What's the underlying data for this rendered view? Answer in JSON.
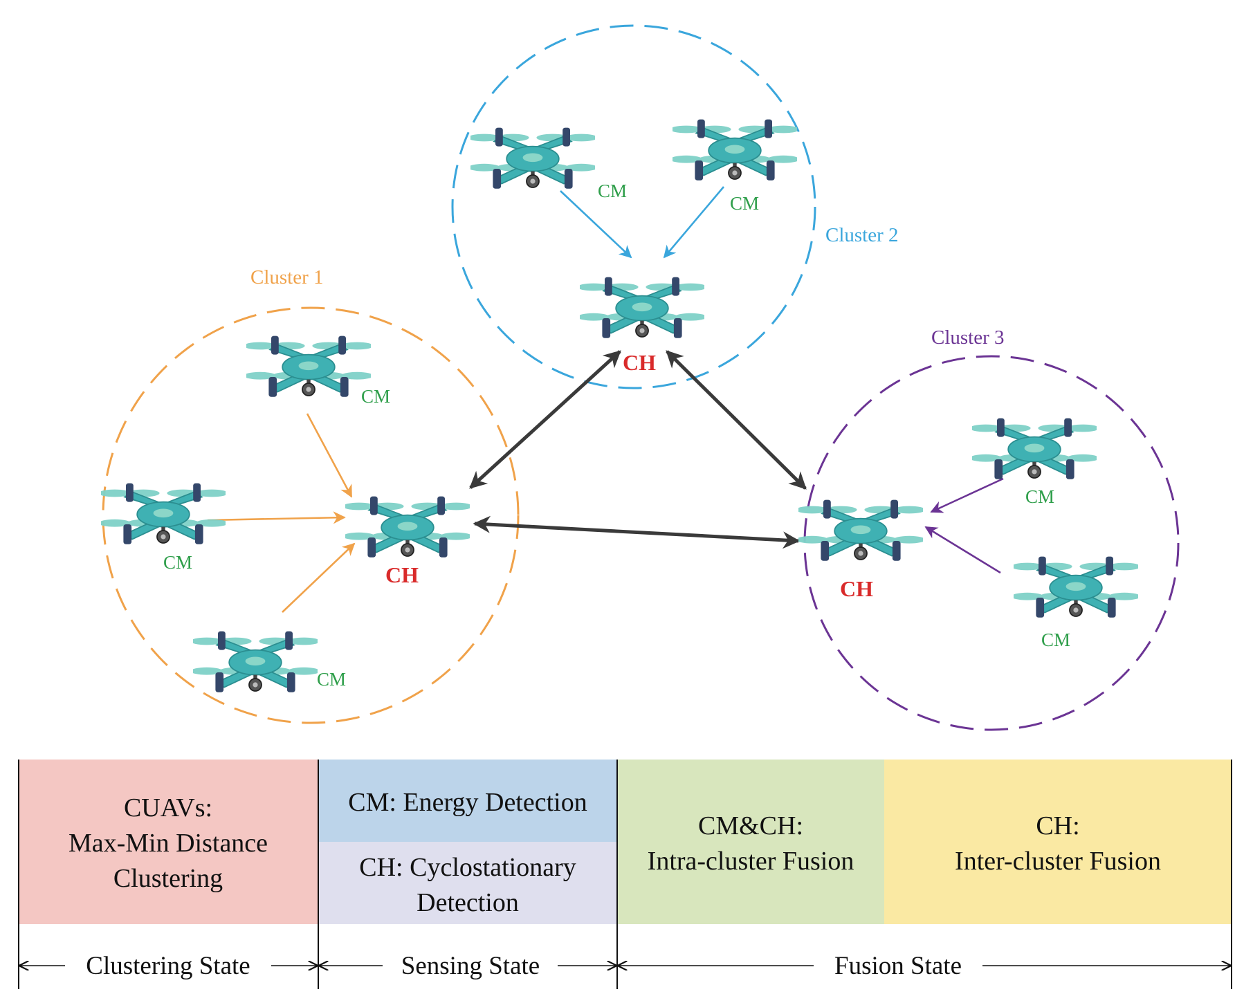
{
  "colors": {
    "cluster1": "#f0a24a",
    "cluster2": "#3aa6dc",
    "cluster3": "#6b3494",
    "link": "#3a3a3a",
    "ch_label": "#d92a2a",
    "cm_label": "#2e9e4a",
    "drone_body": "#3fb1b3",
    "drone_prop": "#7fd1c8",
    "box_clustering": "#f4c7c3",
    "box_sensing_cm": "#bcd4ea",
    "box_sensing_ch": "#dfdfee",
    "box_intra": "#d8e6bd",
    "box_inter": "#fae9a3"
  },
  "icons": {
    "node": "quadcopter-drone-icon"
  },
  "clusters": [
    {
      "label": "Cluster 1",
      "head_label": "CH",
      "members": [
        "CM",
        "CM",
        "CM"
      ]
    },
    {
      "label": "Cluster 2",
      "head_label": "CH",
      "members": [
        "CM",
        "CM"
      ]
    },
    {
      "label": "Cluster 3",
      "head_label": "CH",
      "members": [
        "CM",
        "CM"
      ]
    }
  ],
  "phase_boxes": {
    "clustering": {
      "lines": [
        "CUAVs:",
        "Max-Min Distance",
        "Clustering"
      ]
    },
    "sensing_cm": {
      "lines": [
        "CM: Energy Detection"
      ]
    },
    "sensing_ch": {
      "lines": [
        "CH: Cyclostationary",
        "Detection"
      ]
    },
    "intra_fusion": {
      "lines": [
        "CM&CH:",
        "Intra-cluster Fusion"
      ]
    },
    "inter_fusion": {
      "lines": [
        "CH:",
        "Inter-cluster Fusion"
      ]
    }
  },
  "states": {
    "clustering": "Clustering State",
    "sensing": "Sensing State",
    "fusion": "Fusion State"
  }
}
